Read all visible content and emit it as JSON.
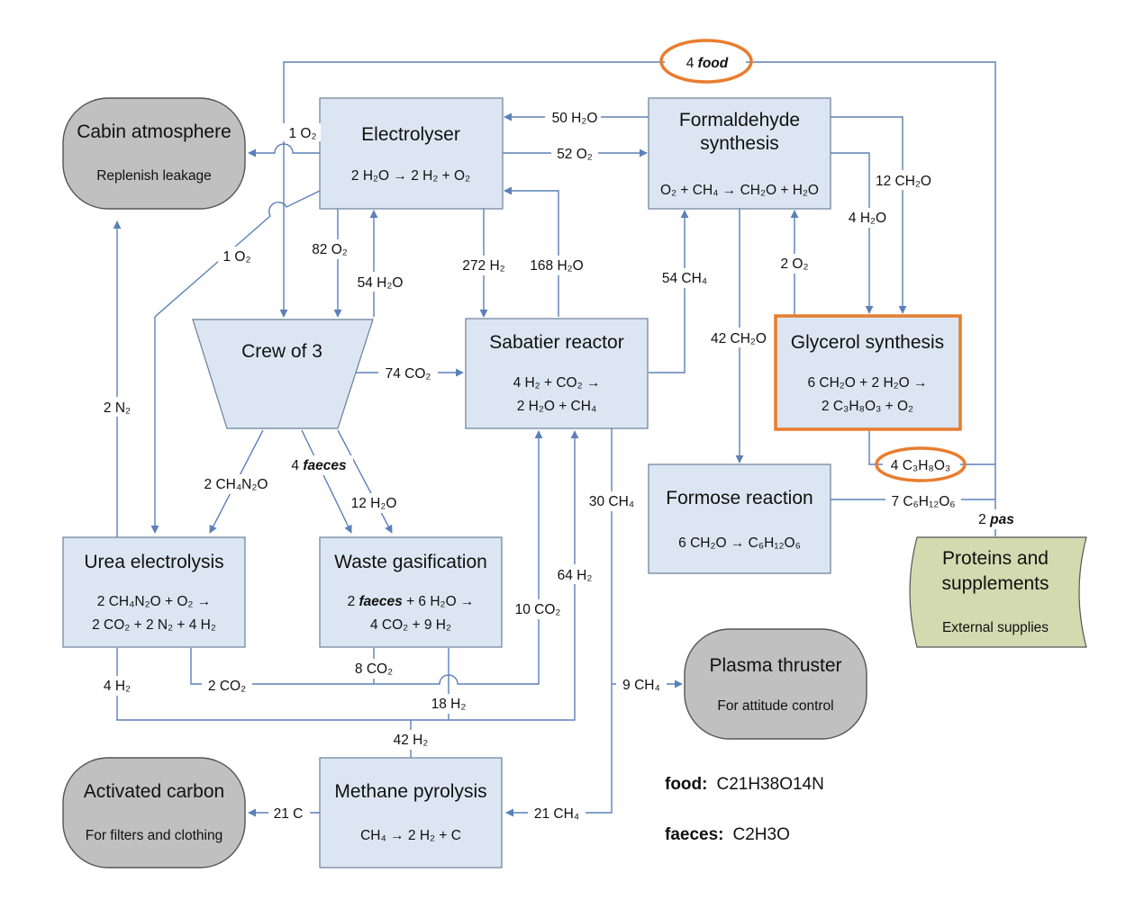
{
  "colors": {
    "node_fill": "#dce6f3",
    "grey_node_fill": "#c0c0c0",
    "supply_fill": "#d3dab0",
    "arrow": "#5b80b8",
    "highlight": "#e87d2e"
  },
  "nodes": {
    "electrolyser": {
      "title": "Electrolyser",
      "reaction": "2 H₂O → 2 H₂ + O₂"
    },
    "formaldehyde": {
      "title_line1": "Formaldehyde",
      "title_line2": "synthesis",
      "reaction": "O₂ + CH₄ → CH₂O + H₂O"
    },
    "cabin": {
      "title": "Cabin atmosphere",
      "subtitle": "Replenish leakage"
    },
    "crew": {
      "title": "Crew of 3"
    },
    "sabatier": {
      "title": "Sabatier reactor",
      "reaction_line1": "4 H₂ + CO₂ →",
      "reaction_line2": "2 H₂O + CH₄"
    },
    "glycerol": {
      "title": "Glycerol synthesis",
      "reaction_line1": "6 CH₂O + 2 H₂O →",
      "reaction_line2": "2 C₃H₈O₃ + O₂"
    },
    "formose": {
      "title": "Formose reaction",
      "reaction": "6 CH₂O → C₆H₁₂O₆"
    },
    "urea": {
      "title": "Urea electrolysis",
      "reaction_line1": "2 CH₄N₂O + O₂ →",
      "reaction_line2": "2 CO₂ + 2 N₂ + 4 H₂"
    },
    "waste": {
      "title": "Waste gasification",
      "reaction_line1_pre": "2 ",
      "reaction_line1_em": "faeces",
      "reaction_line1_post": " + 6 H₂O →",
      "reaction_line2": "4 CO₂ + 9 H₂"
    },
    "proteins": {
      "title_line1": "Proteins and",
      "title_line2": "supplements",
      "subtitle": "External supplies"
    },
    "plasma": {
      "title": "Plasma thruster",
      "subtitle": "For attitude control"
    },
    "activated": {
      "title": "Activated carbon",
      "subtitle": "For filters and clothing"
    },
    "pyrolysis": {
      "title": "Methane pyrolysis",
      "reaction": "CH₄ → 2 H₂ + C"
    }
  },
  "flows": {
    "food_num": "4 ",
    "food_em": "food",
    "o2_cabin": "1 O₂",
    "h2o_50": "50 H₂O",
    "o2_52": "52 O₂",
    "ch2o_12": "12 CH₂O",
    "h2o_4": "4 H₂O",
    "o2_1_urea": "1 O₂",
    "o2_82": "82 O₂",
    "h2o_54": "54 H₂O",
    "h2_272": "272 H₂",
    "h2o_168": "168 H₂O",
    "ch4_54": "54 CH₄",
    "o2_2": "2 O₂",
    "ch2o_42": "42 CH₂O",
    "co2_74": "74 CO₂",
    "n2_2": "2 N₂",
    "faeces_num": "4 ",
    "faeces_em": "faeces",
    "urea_2": "2 CH₄N₂O",
    "h2o_12": "12 H₂O",
    "glycerol_4": "4 C₃H₈O₃",
    "c6_7": "7 C₆H₁₂O₆",
    "pas_num": "2 ",
    "pas_em": "pas",
    "ch4_30": "30 CH₄",
    "h2_64": "64 H₂",
    "co2_10": "10 CO₂",
    "co2_8": "8 CO₂",
    "h2_4": "4 H₂",
    "co2_2": "2 CO₂",
    "h2_18": "18 H₂",
    "ch4_9": "9 CH₄",
    "h2_42": "42 H₂",
    "c_21": "21 C",
    "ch4_21": "21 CH₄"
  },
  "legend": {
    "food_key": "food:",
    "food_formula": "C21H38O14N",
    "faeces_key": "faeces:",
    "faeces_formula": "C2H3O"
  }
}
